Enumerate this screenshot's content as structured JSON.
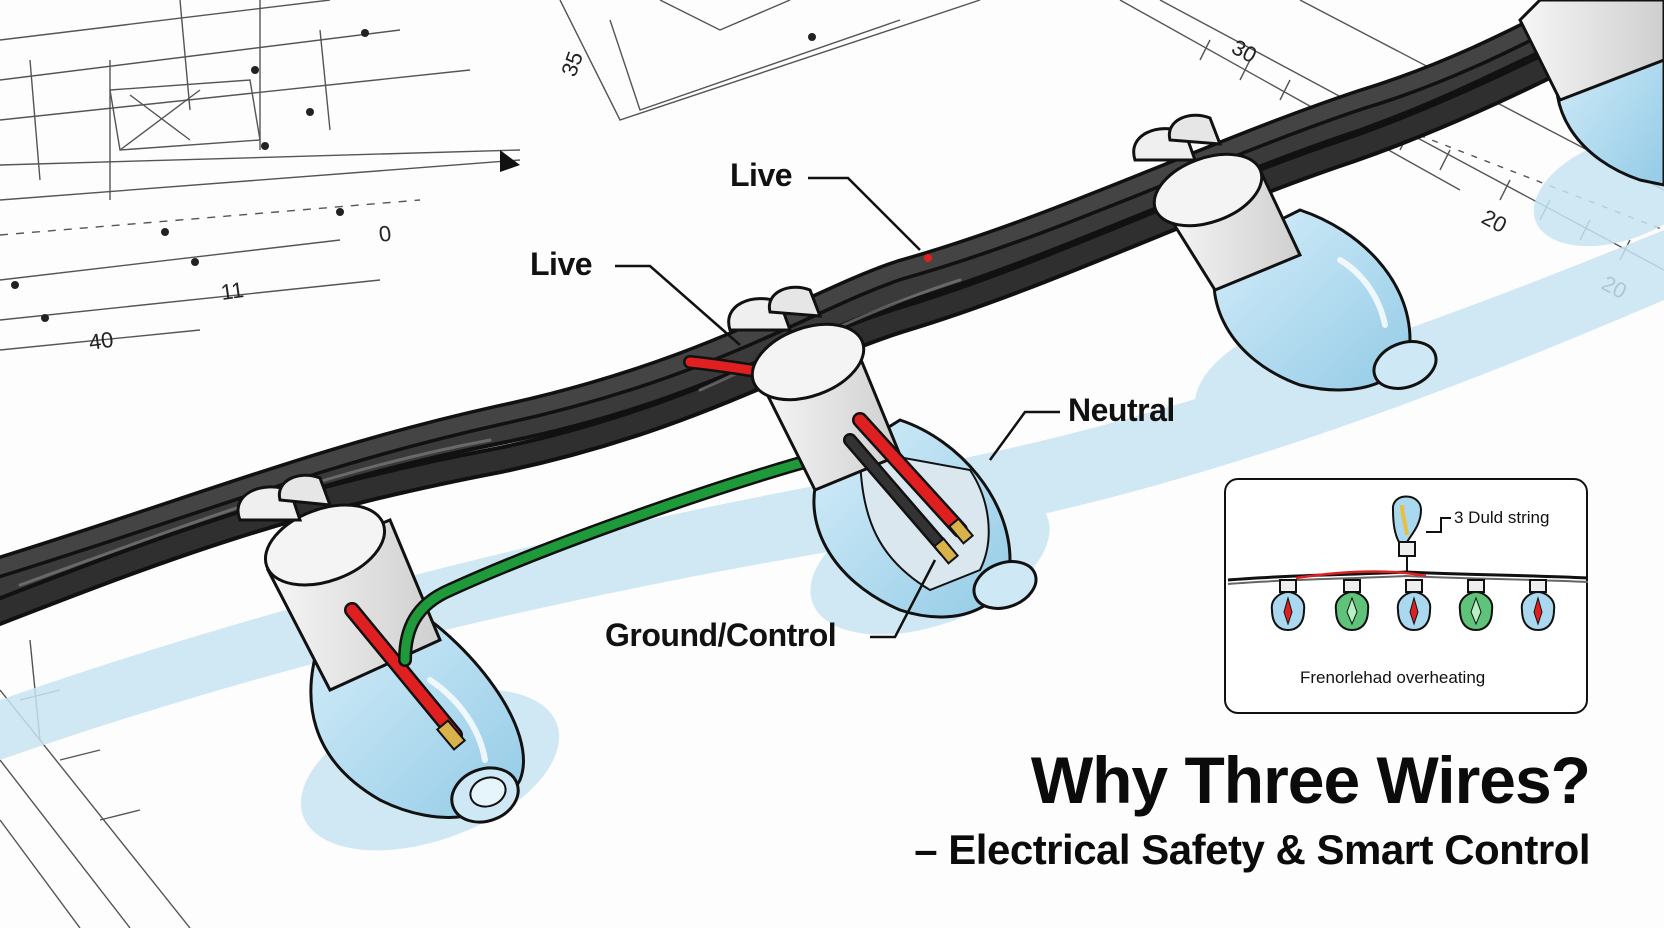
{
  "labels": {
    "live_top": "Live",
    "live_mid": "Live",
    "neutral": "Neutral",
    "ground_control": "Ground/Control"
  },
  "inset": {
    "label": "3 Duld string",
    "caption": "Frenorlehad overheating"
  },
  "headline": {
    "title": "Why Three Wires?",
    "subtitle": "– Electrical Safety & Smart Control"
  },
  "blueprint_marks": [
    "30",
    "35",
    "20",
    "20",
    "11",
    "40",
    "0"
  ],
  "colors": {
    "cable": "#2a2a2a",
    "live_wire": "#e02020",
    "ground_wire": "#1f9a3a",
    "bulb_glass": "#a9d8ef",
    "bulb_shadow": "#c7e4f3",
    "socket": "#eeeeee",
    "copper": "#d9b24a",
    "blueprint_line": "#555555"
  }
}
